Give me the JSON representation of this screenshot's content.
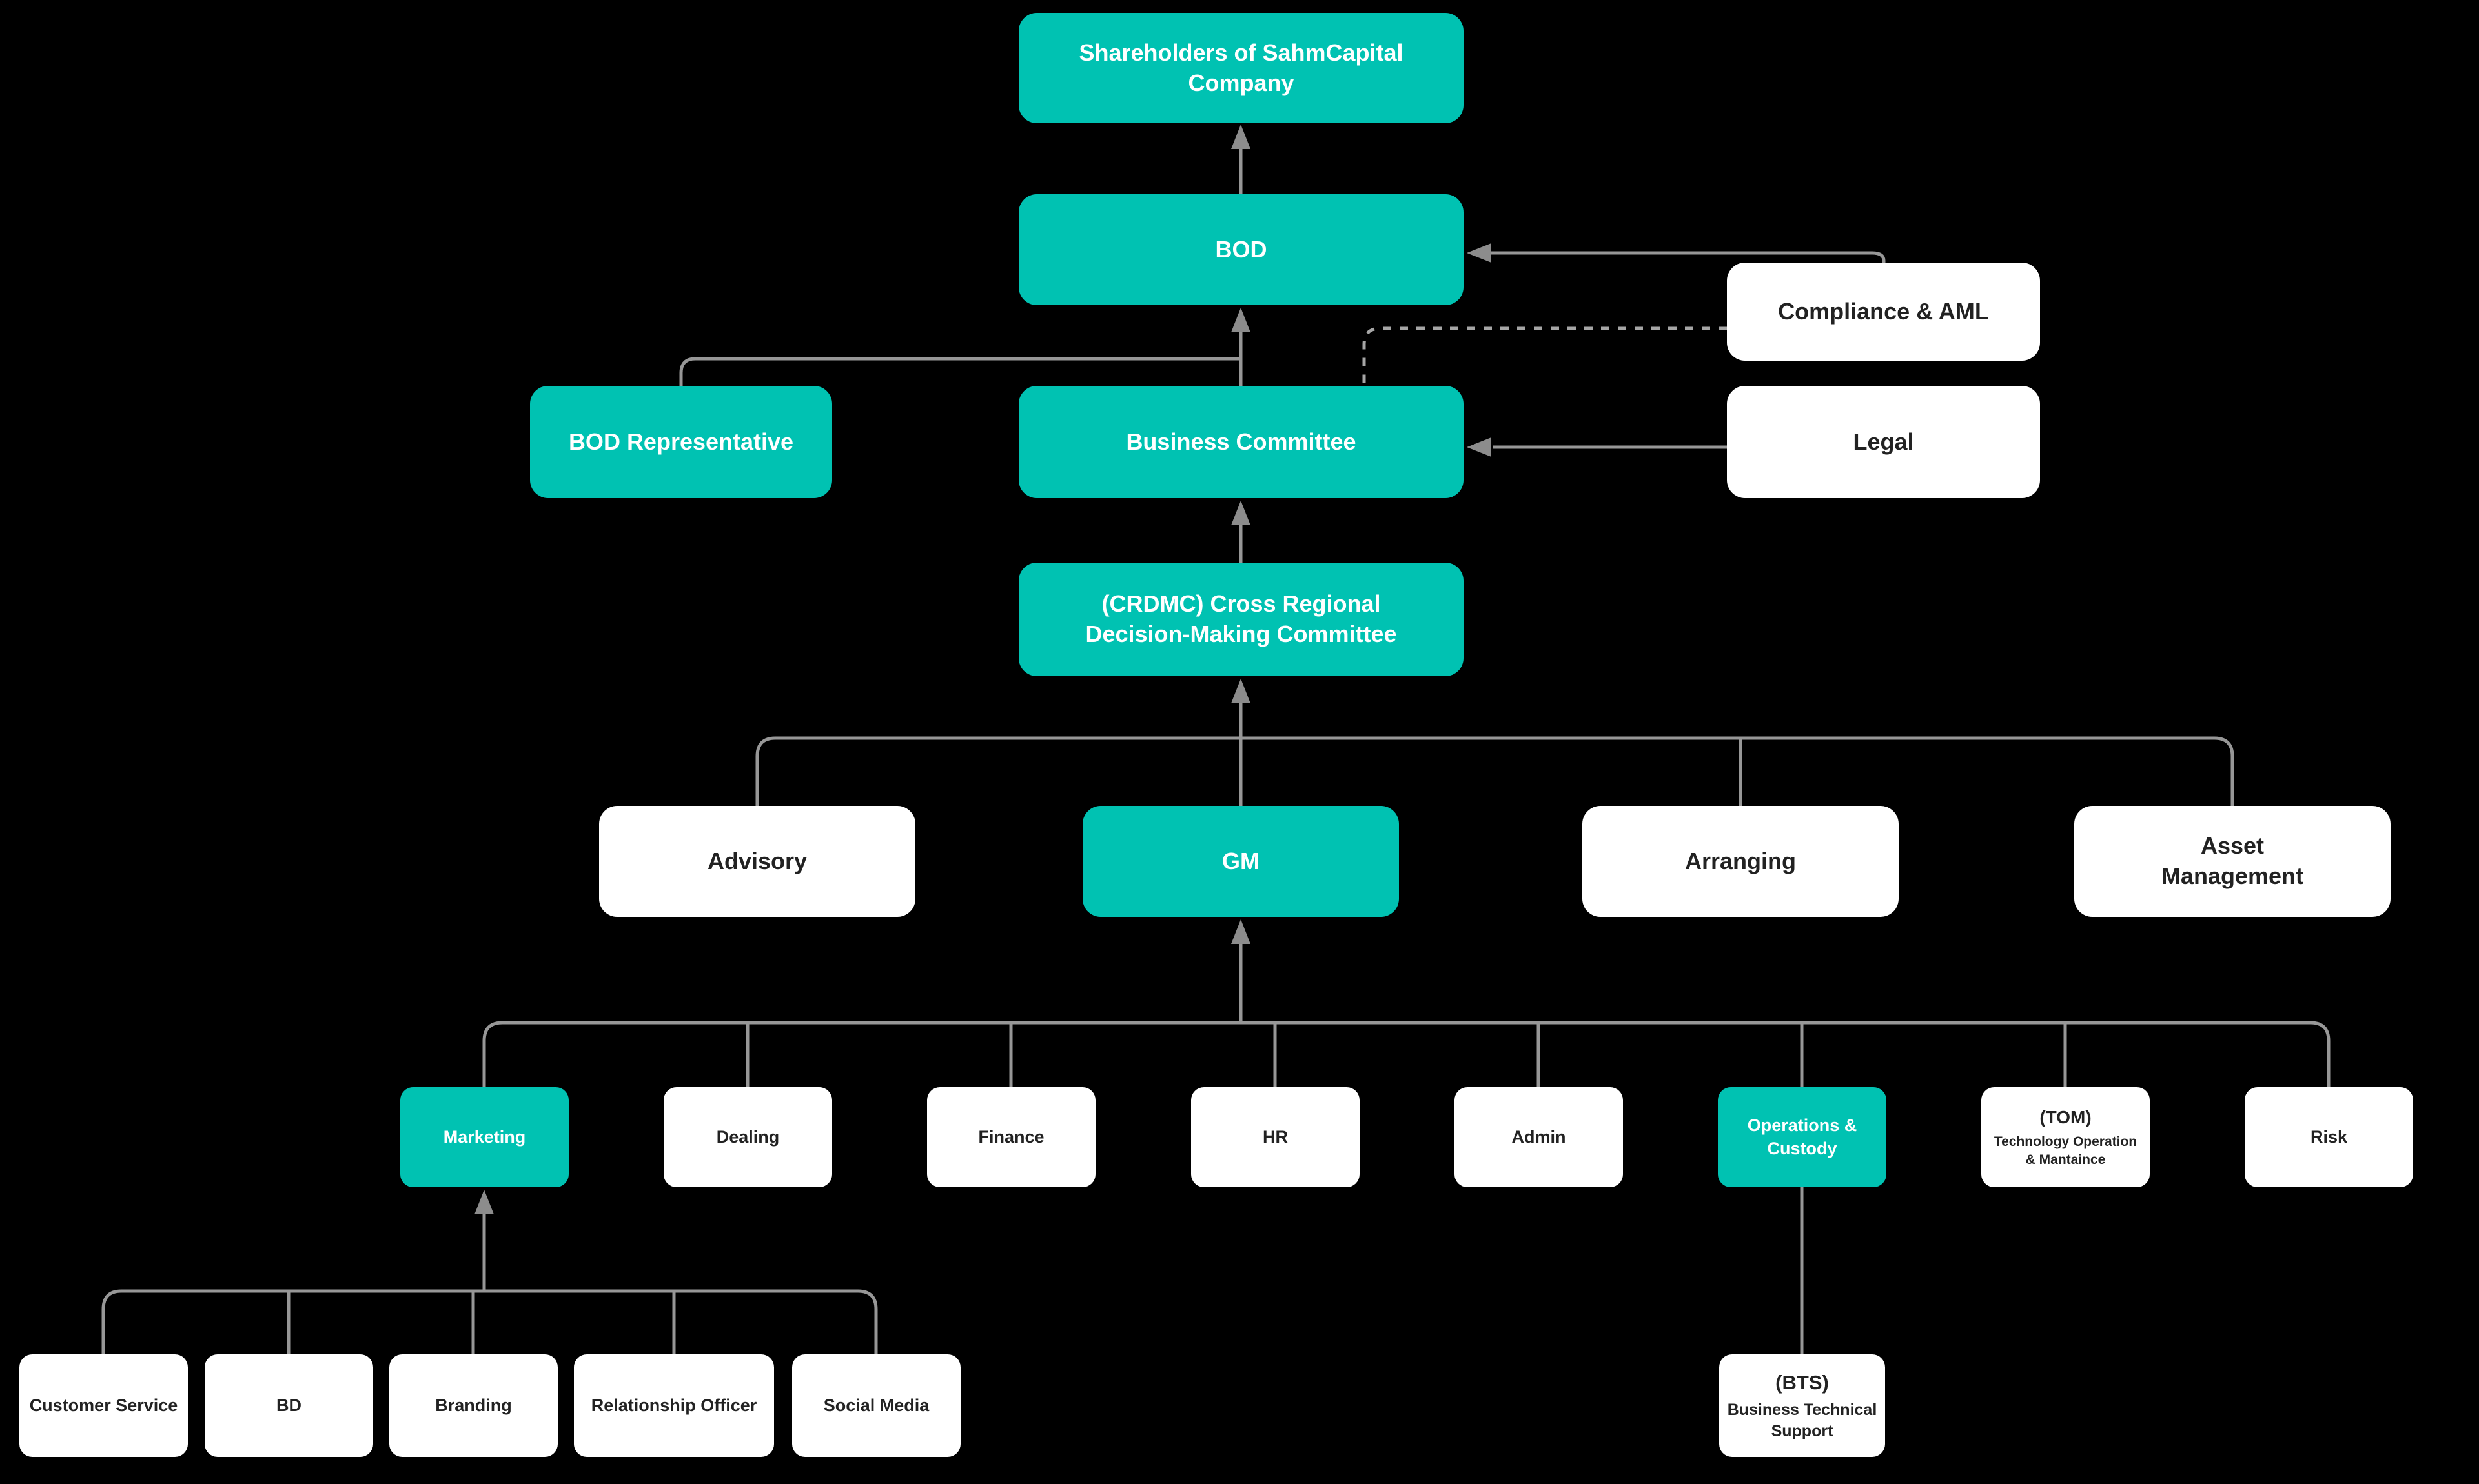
{
  "colors": {
    "accent": "#00C2B2",
    "node-bg": "#FFFFFF",
    "node-text": "#222222",
    "connector": "#979797",
    "arrow": "#8C8C8C",
    "dashed": "#A6A6A6",
    "background": "#000000"
  },
  "nodes": {
    "shareholders": {
      "label": "Shareholders of SahmCapital Company"
    },
    "bod": {
      "label": "BOD"
    },
    "compliance": {
      "label": "Compliance & AML"
    },
    "bod_representative": {
      "label": "BOD Representative"
    },
    "business_committee": {
      "label": "Business Committee"
    },
    "legal": {
      "label": "Legal"
    },
    "crdmc": {
      "label": "(CRDMC) Cross Regional Decision-Making Committee"
    },
    "advisory": {
      "label": "Advisory"
    },
    "gm": {
      "label": "GM"
    },
    "arranging": {
      "label": "Arranging"
    },
    "asset_management": {
      "label": "Asset Management"
    },
    "marketing": {
      "label": "Marketing"
    },
    "dealing": {
      "label": "Dealing"
    },
    "finance": {
      "label": "Finance"
    },
    "hr": {
      "label": "HR"
    },
    "admin": {
      "label": "Admin"
    },
    "operations_custody": {
      "label": "Operations & Custody"
    },
    "tom": {
      "code": "(TOM)",
      "label": "Technology Operation & Mantaince"
    },
    "risk": {
      "label": "Risk"
    },
    "customer_service": {
      "label": "Customer Service"
    },
    "bd": {
      "label": "BD"
    },
    "branding": {
      "label": "Branding"
    },
    "relationship_officer": {
      "label": "Relationship Officer"
    },
    "social_media": {
      "label": "Social Media"
    },
    "bts": {
      "code": "(BTS)",
      "label": "Business Technical Support"
    }
  },
  "edges": [
    {
      "from": "bod",
      "to": "shareholders",
      "style": "solid-arrow-up"
    },
    {
      "from": "compliance",
      "to": "bod",
      "style": "solid-arrow-left"
    },
    {
      "from": "bod_representative",
      "to": "bod",
      "style": "solid-elbow"
    },
    {
      "from": "business_committee",
      "to": "bod",
      "style": "solid-arrow-up"
    },
    {
      "from": "legal",
      "to": "business_committee",
      "style": "solid-arrow-left"
    },
    {
      "from": "compliance",
      "to": "business_committee",
      "style": "dashed-elbow"
    },
    {
      "from": "crdmc",
      "to": "business_committee",
      "style": "solid-arrow-up"
    },
    {
      "from": "advisory,gm,arranging,asset_management",
      "to": "crdmc",
      "style": "tree-arrow-up"
    },
    {
      "from": "marketing,dealing,finance,hr,admin,operations_custody,tom,risk",
      "to": "gm",
      "style": "tree-arrow-up"
    },
    {
      "from": "customer_service,bd,branding,relationship_officer,social_media",
      "to": "marketing",
      "style": "tree-arrow-up"
    },
    {
      "from": "operations_custody",
      "to": "bts",
      "style": "solid-line"
    }
  ]
}
